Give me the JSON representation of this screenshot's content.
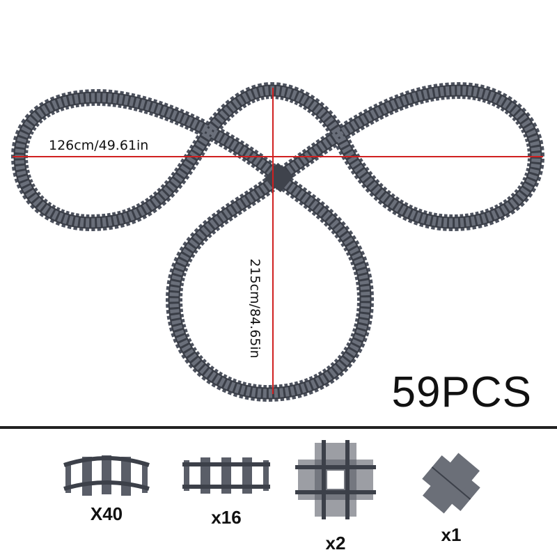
{
  "layout_diagram": {
    "width_label": "126cm/49.61in",
    "height_label": "215cm/84.65in",
    "measure_color": "#d02020",
    "track_color": "#4d525e"
  },
  "total_count": "59PCS",
  "pieces": [
    {
      "name": "curved-track",
      "quantity": "X40"
    },
    {
      "name": "straight-track",
      "quantity": "x16"
    },
    {
      "name": "cross-track",
      "quantity": "x2"
    },
    {
      "name": "diagonal-crossing",
      "quantity": "x1"
    }
  ]
}
